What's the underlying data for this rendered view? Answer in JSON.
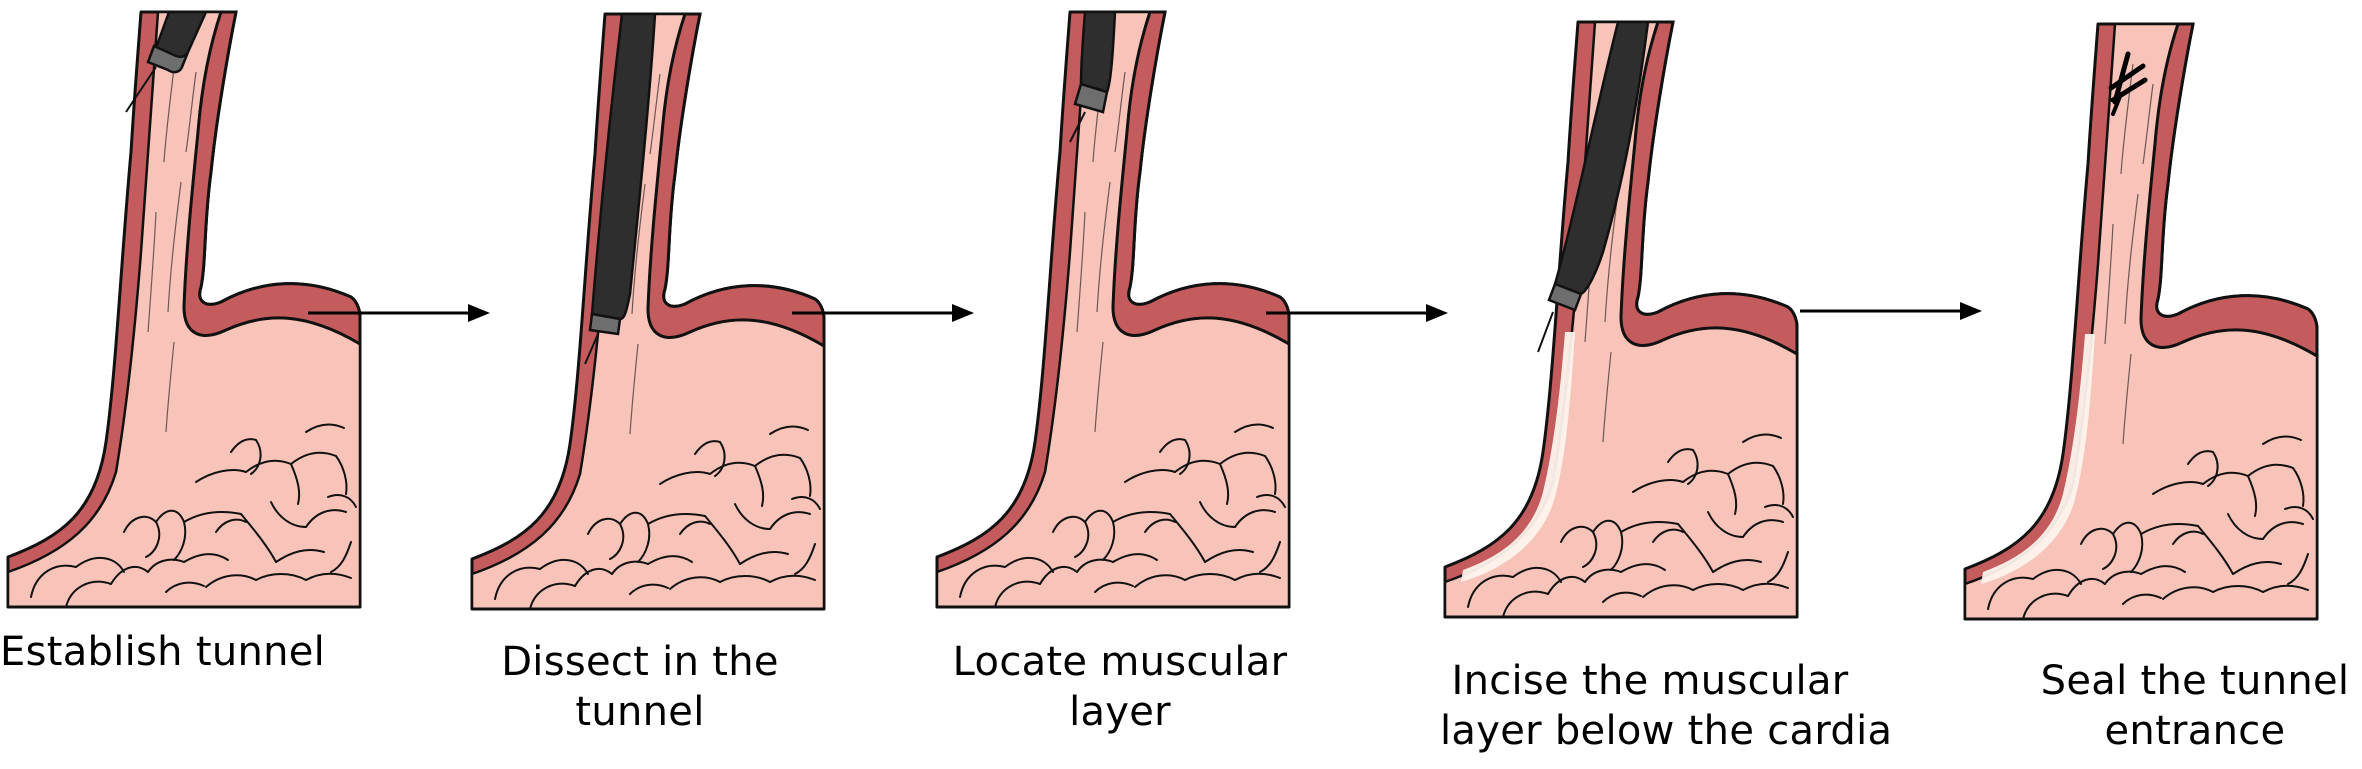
{
  "figure": {
    "title": "Procedure steps (esophagus–stomach tunnel)",
    "colors": {
      "muscle": "#C45C5E",
      "mucosa": "#F8C3B8",
      "outline": "#111111",
      "endoscope": "#2E2E2E",
      "endoscope_tip": "#6E6E6E",
      "incision_highlight": "#FDF3EC"
    },
    "steps": [
      {
        "id": "establish",
        "lines": [
          "Establish tunnel"
        ],
        "endoscope": "top",
        "incision": false,
        "clip": false
      },
      {
        "id": "dissect",
        "lines": [
          "Dissect in the",
          "tunnel"
        ],
        "endoscope": "deep",
        "incision": false,
        "clip": false
      },
      {
        "id": "locate",
        "lines": [
          "Locate muscular",
          "layer"
        ],
        "endoscope": "mid",
        "incision": false,
        "clip": false
      },
      {
        "id": "incise",
        "lines": [
          "Incise the muscular",
          "layer below the cardia"
        ],
        "endoscope": "incise",
        "incision": true,
        "clip": false
      },
      {
        "id": "seal",
        "lines": [
          "Seal the tunnel",
          "entrance"
        ],
        "endoscope": "none",
        "incision": true,
        "clip": true
      }
    ],
    "arrows": [
      {
        "from": "establish",
        "to": "dissect",
        "icon": "arrow-right-icon"
      },
      {
        "from": "dissect",
        "to": "locate",
        "icon": "arrow-right-icon"
      },
      {
        "from": "locate",
        "to": "incise",
        "icon": "arrow-right-icon"
      },
      {
        "from": "incise",
        "to": "seal",
        "icon": "arrow-right-icon"
      }
    ]
  }
}
